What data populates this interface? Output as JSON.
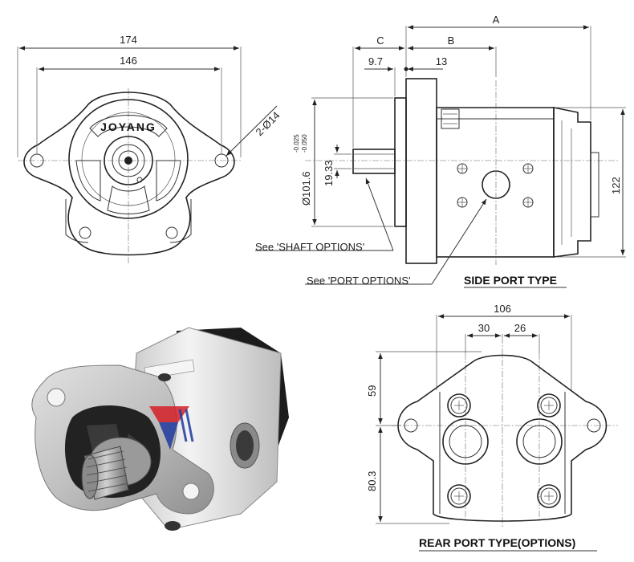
{
  "front_view": {
    "dim_overall_width": "174",
    "dim_bolt_spacing": "146",
    "dim_mount_holes": "2-Ø14",
    "brand_text": "JOYANG"
  },
  "side_view": {
    "dim_A": "A",
    "dim_B": "B",
    "dim_C": "C",
    "dim_9_7": "9.7",
    "dim_13": "13",
    "dim_pilot_diameter": "Ø101.6",
    "tol_upper": "-0.025",
    "tol_lower": "-0.050",
    "dim_shaft": "19.33",
    "dim_height": "122",
    "note_shaft": "See 'SHAFT OPTIONS'",
    "note_port": "See 'PORT OPTIONS'",
    "title": "SIDE PORT TYPE"
  },
  "rear_view": {
    "dim_width": "106",
    "dim_30": "30",
    "dim_26": "26",
    "dim_59": "59",
    "dim_80_3": "80.3",
    "title": "REAR PORT TYPE(OPTIONS)"
  },
  "colors": {
    "line": "#333333",
    "body_silver": "#d8d8d8",
    "black_parts": "#1c1c1c",
    "logo_red": "#d42027",
    "logo_blue": "#1f3aa0"
  }
}
